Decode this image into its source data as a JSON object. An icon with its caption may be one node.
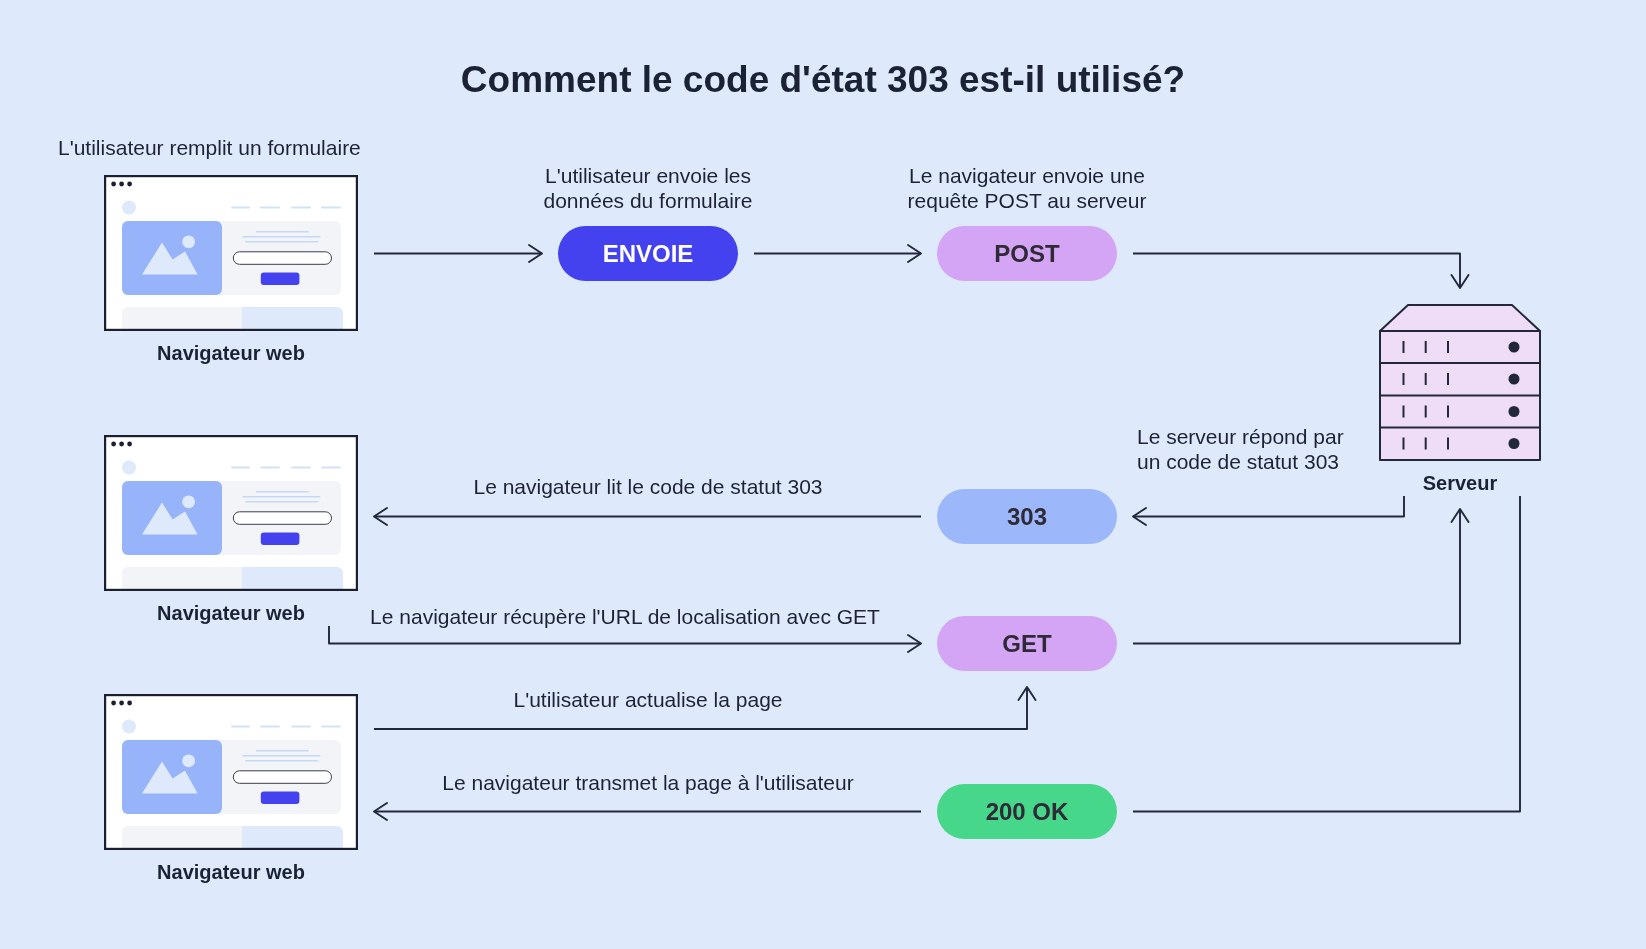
{
  "diagram": {
    "title": "Comment le code d'état 303 est-il utilisé?",
    "nodes": [
      {
        "text": [
          "Navigateur web"
        ],
        "beside": [
          "L'utilisateur remplit un formulaire"
        ]
      },
      {
        "text": [
          "ENVOIE"
        ],
        "beside": [
          "L'utilisateur envoie les données du formulaire"
        ]
      },
      {
        "text": [
          "POST"
        ],
        "beside": [
          "Le navigateur envoie une requête POST au serveur"
        ]
      },
      {
        "text": [
          "Serveur"
        ]
      },
      {
        "text": [
          "Navigateur web"
        ]
      },
      {
        "text": [
          "303"
        ]
      },
      {
        "text": [
          "GET"
        ]
      },
      {
        "text": [
          "Navigateur web"
        ]
      },
      {
        "text": [
          "200 OK"
        ]
      }
    ],
    "edges": [
      {
        "from": 0,
        "to": 1,
        "arrow": "to"
      },
      {
        "from": 1,
        "to": 2,
        "arrow": "to"
      },
      {
        "from": 2,
        "to": 3,
        "arrow": "to"
      },
      {
        "from": 3,
        "to": 5,
        "arrow": "to",
        "label": "Le serveur répond par un code de statut 303"
      },
      {
        "from": 5,
        "to": 4,
        "arrow": "to",
        "label": "Le navigateur lit le code de statut 303"
      },
      {
        "from": 4,
        "to": 6,
        "arrow": "to",
        "label": "Le navigateur récupère l'URL de localisation avec GET"
      },
      {
        "from": 6,
        "to": 3,
        "arrow": "to"
      },
      {
        "from": 7,
        "to": 6,
        "arrow": "to",
        "label": "L'utilisateur actualise la page"
      },
      {
        "from": 3,
        "to": 8,
        "arrow": "none"
      },
      {
        "from": 8,
        "to": 7,
        "arrow": "to",
        "label": "Le navigateur transmet la page à l'utilisateur"
      }
    ]
  }
}
